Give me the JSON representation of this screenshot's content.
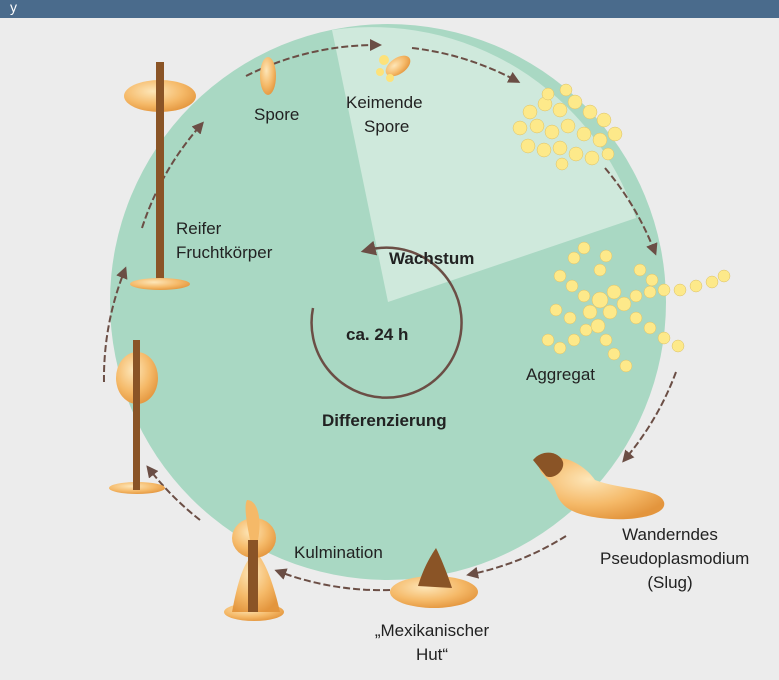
{
  "header": {
    "title": "y"
  },
  "labels": {
    "spore": "Spore",
    "keimende_1": "Keimende",
    "keimende_2": "Spore",
    "reifer_1": "Reifer",
    "reifer_2": "Fruchtkörper",
    "wachstum": "Wachstum",
    "duration": "ca. 24 h",
    "differenzierung": "Differenzierung",
    "aggregat": "Aggregat",
    "slug_1": "Wanderndes",
    "slug_2": "Pseudoplasmodium",
    "slug_3": "(Slug)",
    "mexhut_1": "„Mexikanischer",
    "mexhut_2": "Hut“",
    "kulmination": "Kulmination"
  },
  "colors": {
    "header_bg": "#4a6b8c",
    "background": "#ececec",
    "circle_fill": "#a9d8c3",
    "growth_sector": "#cfe9dc",
    "arrow": "#6b4e45",
    "organism_light": "#f6c27a",
    "organism_dark": "#8a5426"
  }
}
